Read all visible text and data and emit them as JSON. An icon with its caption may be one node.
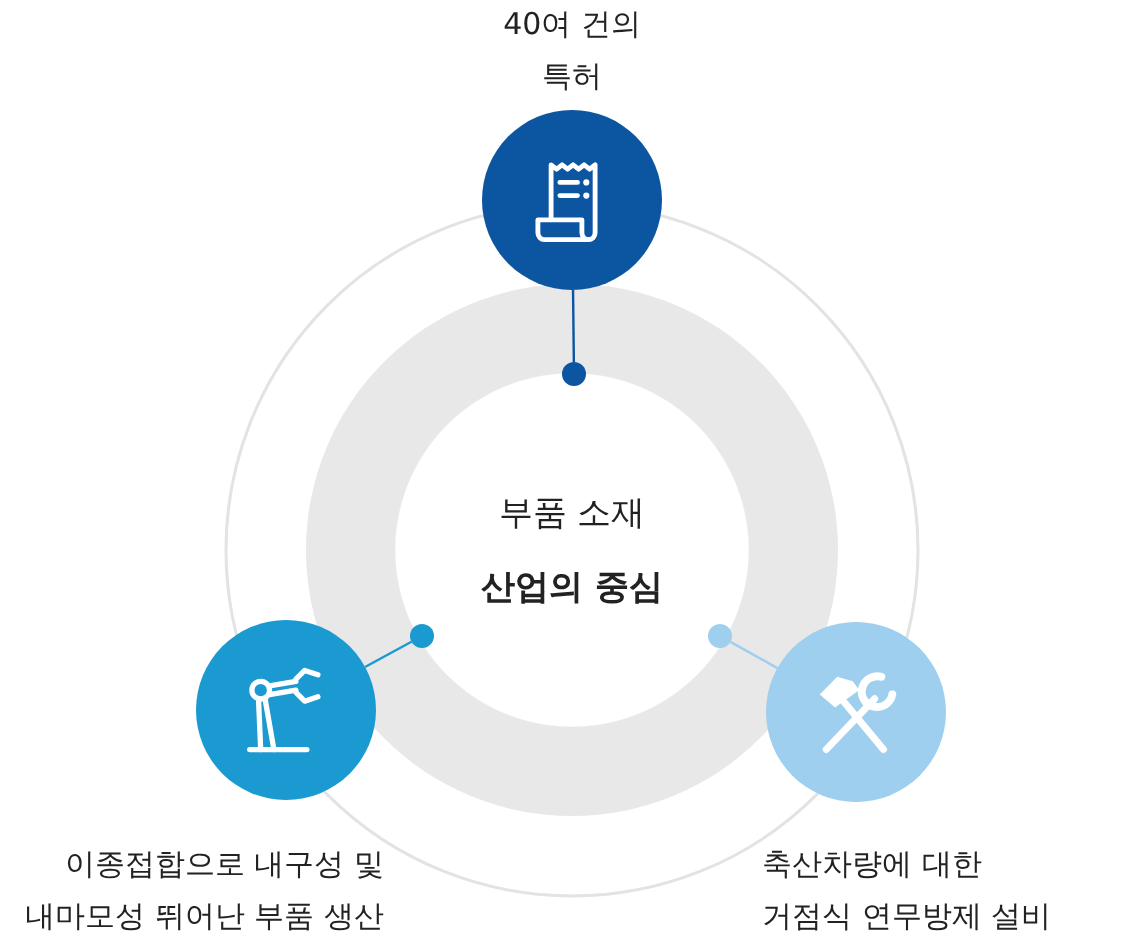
{
  "diagram": {
    "nodes": [
      {
        "text": [],
        "shape": "circle",
        "beside": [
          "40여 건의 특허"
        ]
      },
      {
        "text": [
          "부품 소재",
          "산업의 중심"
        ]
      },
      {
        "text": [],
        "shape": "circle",
        "in": 1
      },
      {
        "text": [],
        "shape": "circle",
        "in": 1
      },
      {
        "text": [],
        "shape": "circle",
        "in": 1
      },
      {
        "text": [],
        "shape": "circle",
        "beside": [
          "이종접합으로 내구성 및 내마모성 뛰어난 부품 생산"
        ]
      },
      {
        "text": [],
        "shape": "circle",
        "beside": [
          "축산차량에 대한 거점식 연무방제 설비"
        ]
      }
    ],
    "edges": [
      {
        "from": 0,
        "to": 2,
        "arrow": "none",
        "color": "#0b55a1"
      },
      {
        "from": 5,
        "to": 3,
        "arrow": "none",
        "color": "#1b99d1"
      },
      {
        "from": 6,
        "to": 4,
        "arrow": "none",
        "color": "#9ecfee"
      }
    ]
  }
}
